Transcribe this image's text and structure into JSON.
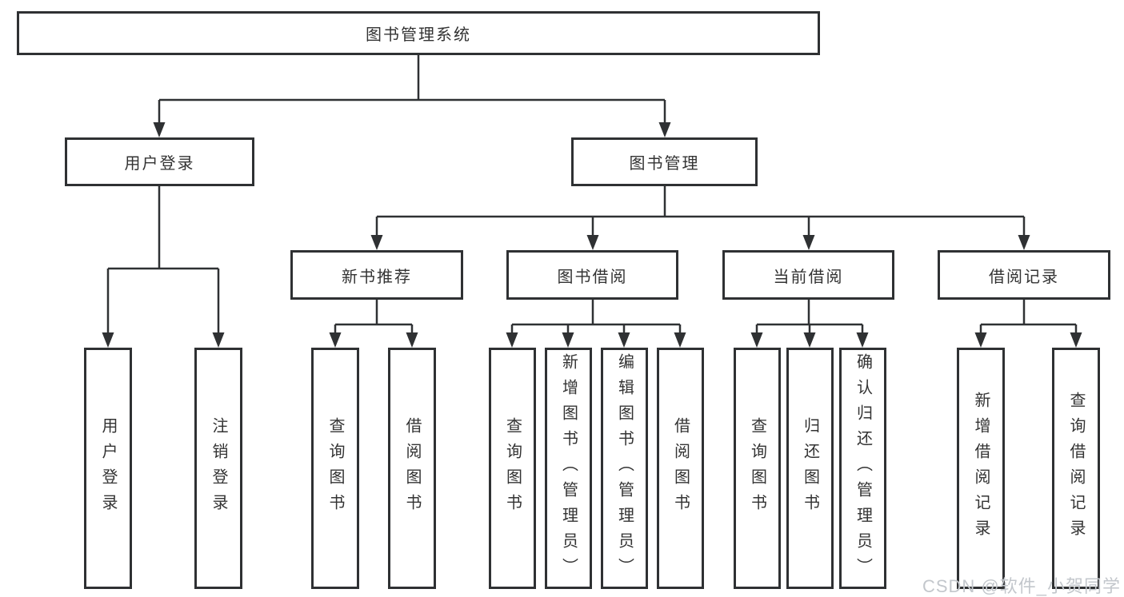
{
  "diagram": {
    "root": "图书管理系统",
    "level2": [
      "用户登录",
      "图书管理"
    ],
    "level3": [
      "新书推荐",
      "图书借阅",
      "当前借阅",
      "借阅记录"
    ],
    "leaves": {
      "user_login": [
        "用户登录",
        "注销登录"
      ],
      "new_book_recommend": [
        "查询图书",
        "借阅图书"
      ],
      "book_borrow": [
        "查询图书",
        "新增图书（管理员）",
        "编辑图书（管理员）",
        "借阅图书"
      ],
      "current_borrow": [
        "查询图书",
        "归还图书",
        "确认归还（管理员）"
      ],
      "borrow_records": [
        "新增借阅记录",
        "查询借阅记录"
      ]
    }
  },
  "watermark": "CSDN @软件_小贺同学",
  "colors": {
    "line": "#2f3133",
    "text": "#333333",
    "watermark": "#c3c7cc",
    "background": "#ffffff"
  }
}
